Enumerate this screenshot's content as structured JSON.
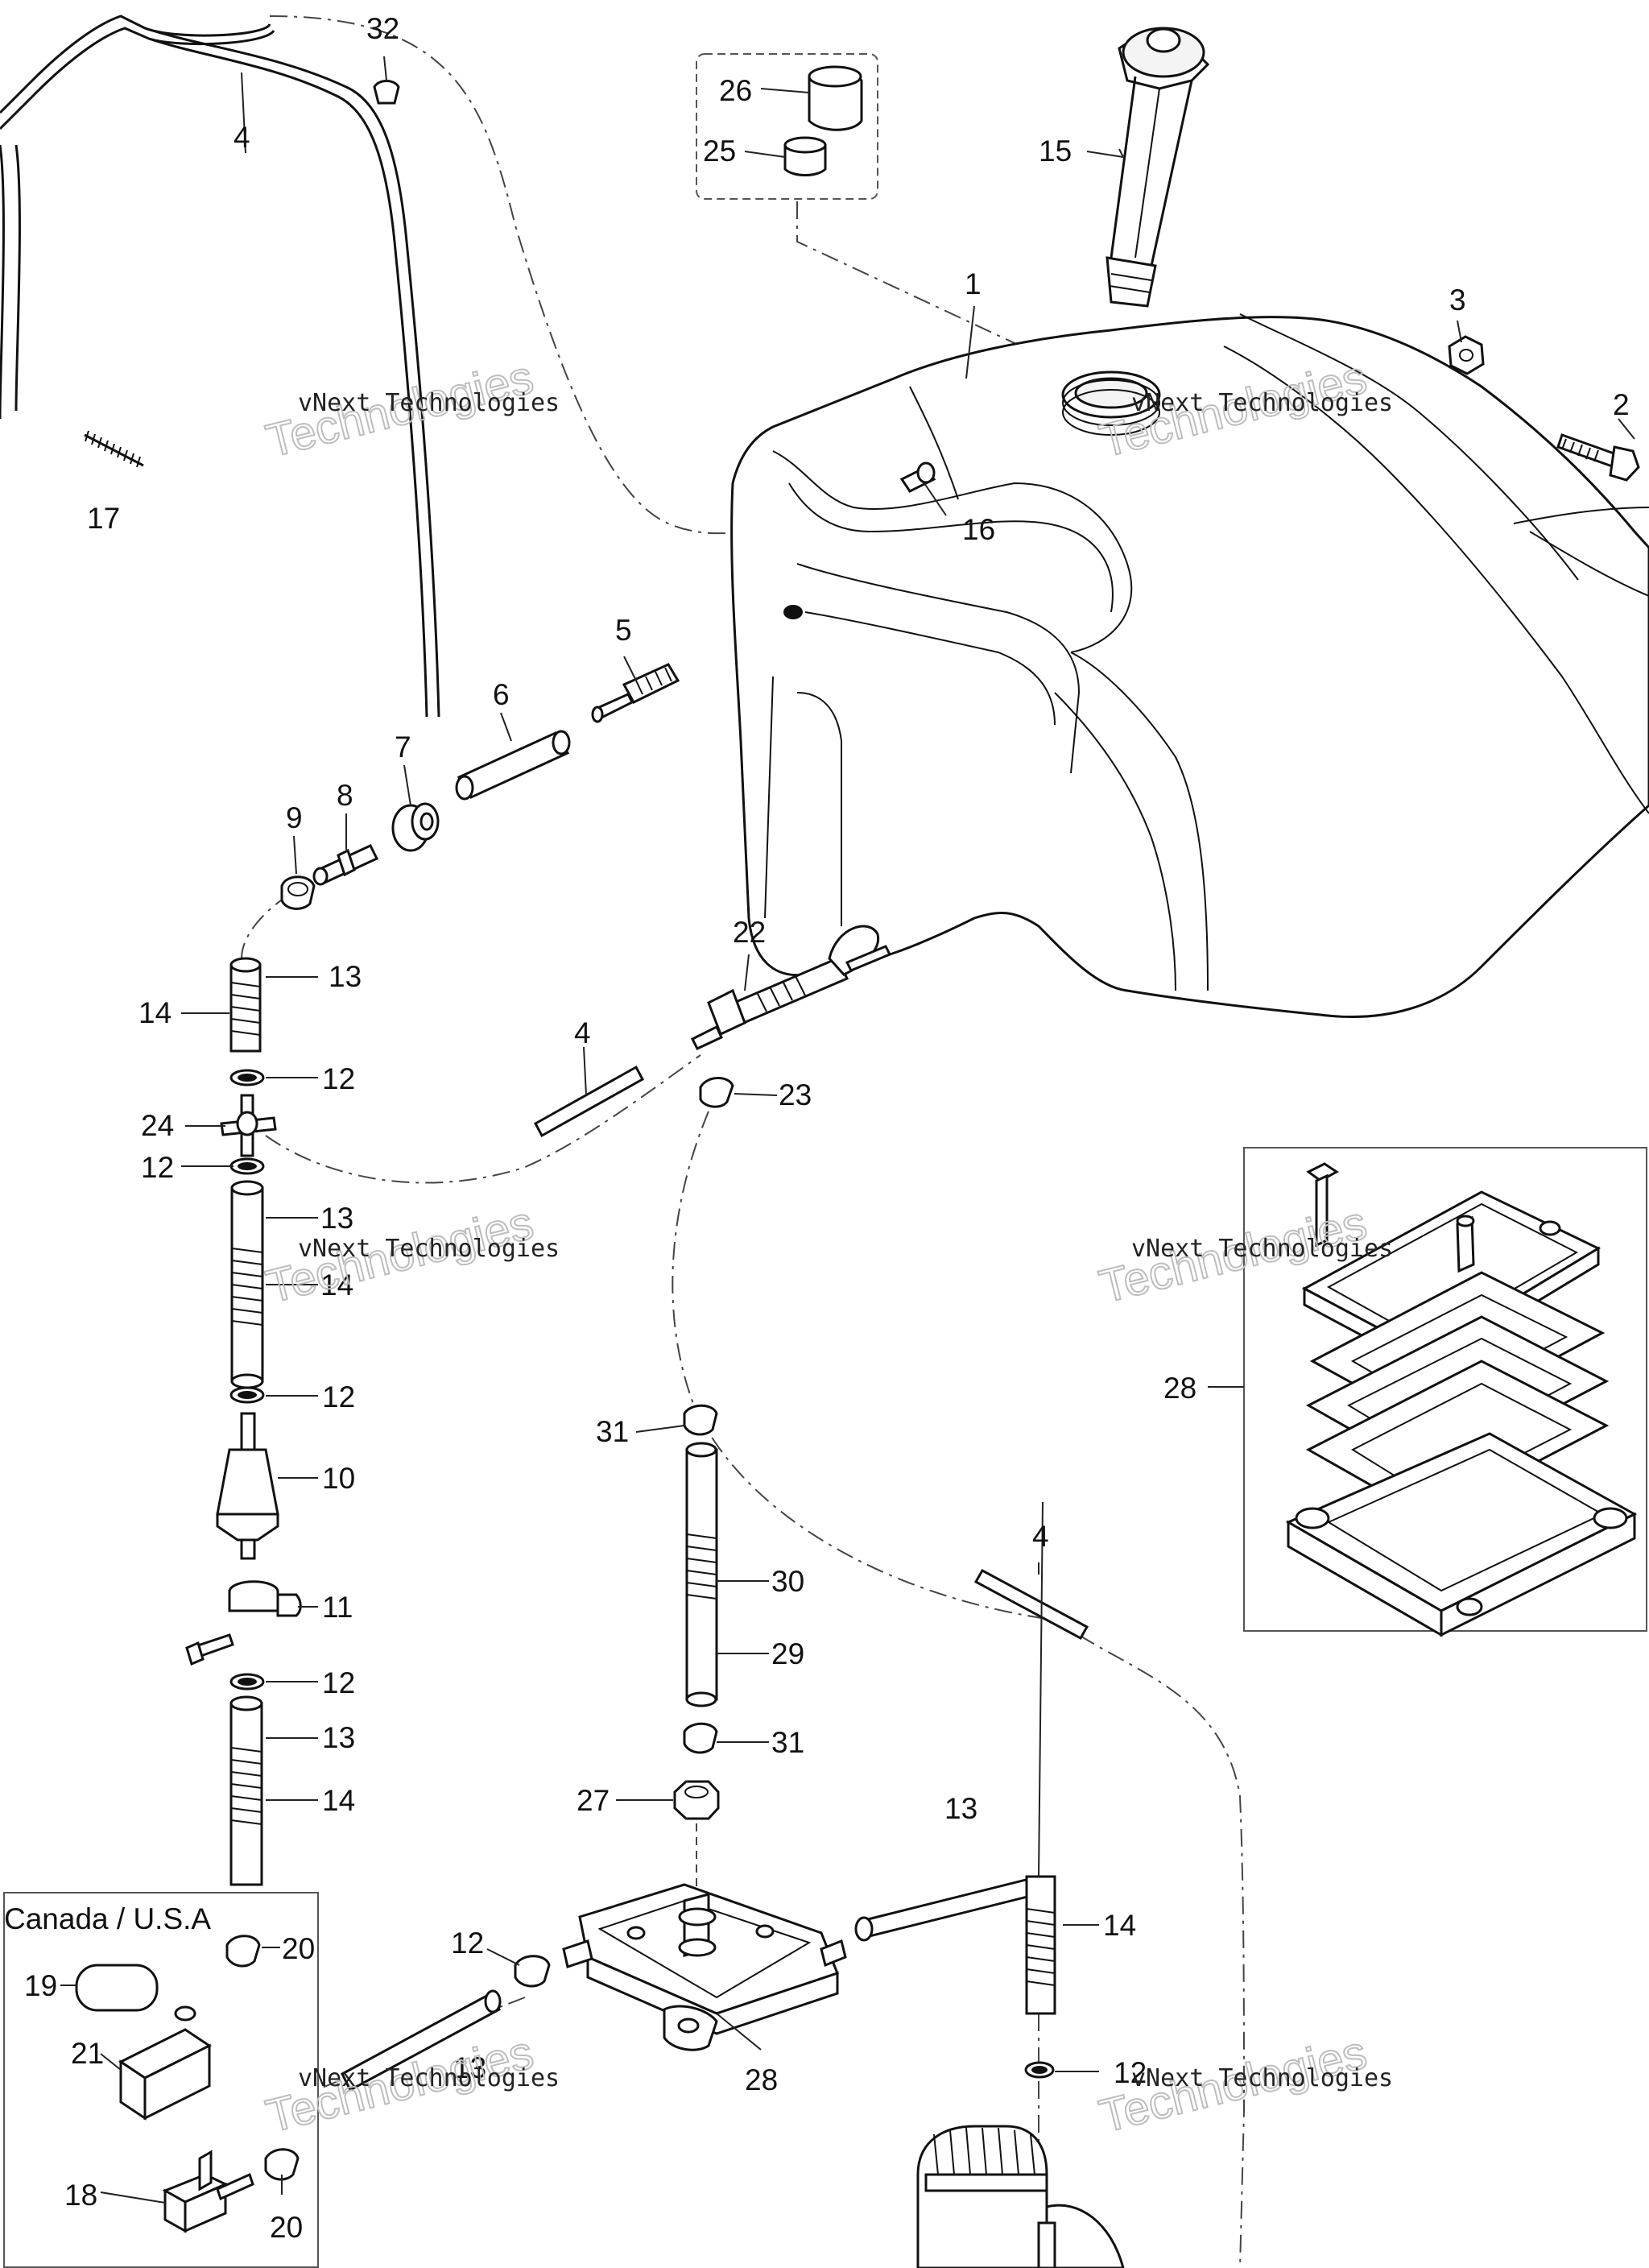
{
  "diagram": {
    "inset_caption": "Canada / U.S.A",
    "watermark": {
      "line1": "vNext Technologies",
      "line2": "Technologies"
    },
    "labels": {
      "l1": "1",
      "l2": "2",
      "l3": "3",
      "l4a": "4",
      "l4b": "4",
      "l4c": "4",
      "l5": "5",
      "l6": "6",
      "l7": "7",
      "l8": "8",
      "l9": "9",
      "l10": "10",
      "l11": "11",
      "l12a": "12",
      "l12b": "12",
      "l12c": "12",
      "l12d": "12",
      "l12e": "12",
      "l12f": "12",
      "l13a": "13",
      "l13b": "13",
      "l13c": "13",
      "l13d": "13",
      "l13e": "13",
      "l14a": "14",
      "l14b": "14",
      "l14c": "14",
      "l14d": "14",
      "l15": "15",
      "l16": "16",
      "l17": "17",
      "l18": "18",
      "l19": "19",
      "l20a": "20",
      "l20b": "20",
      "l21": "21",
      "l22": "22",
      "l23": "23",
      "l24": "24",
      "l25": "25",
      "l26": "26",
      "l27": "27",
      "l28a": "28",
      "l28b": "28",
      "l29": "29",
      "l30": "30",
      "l31a": "31",
      "l31b": "31",
      "l32": "32"
    }
  }
}
